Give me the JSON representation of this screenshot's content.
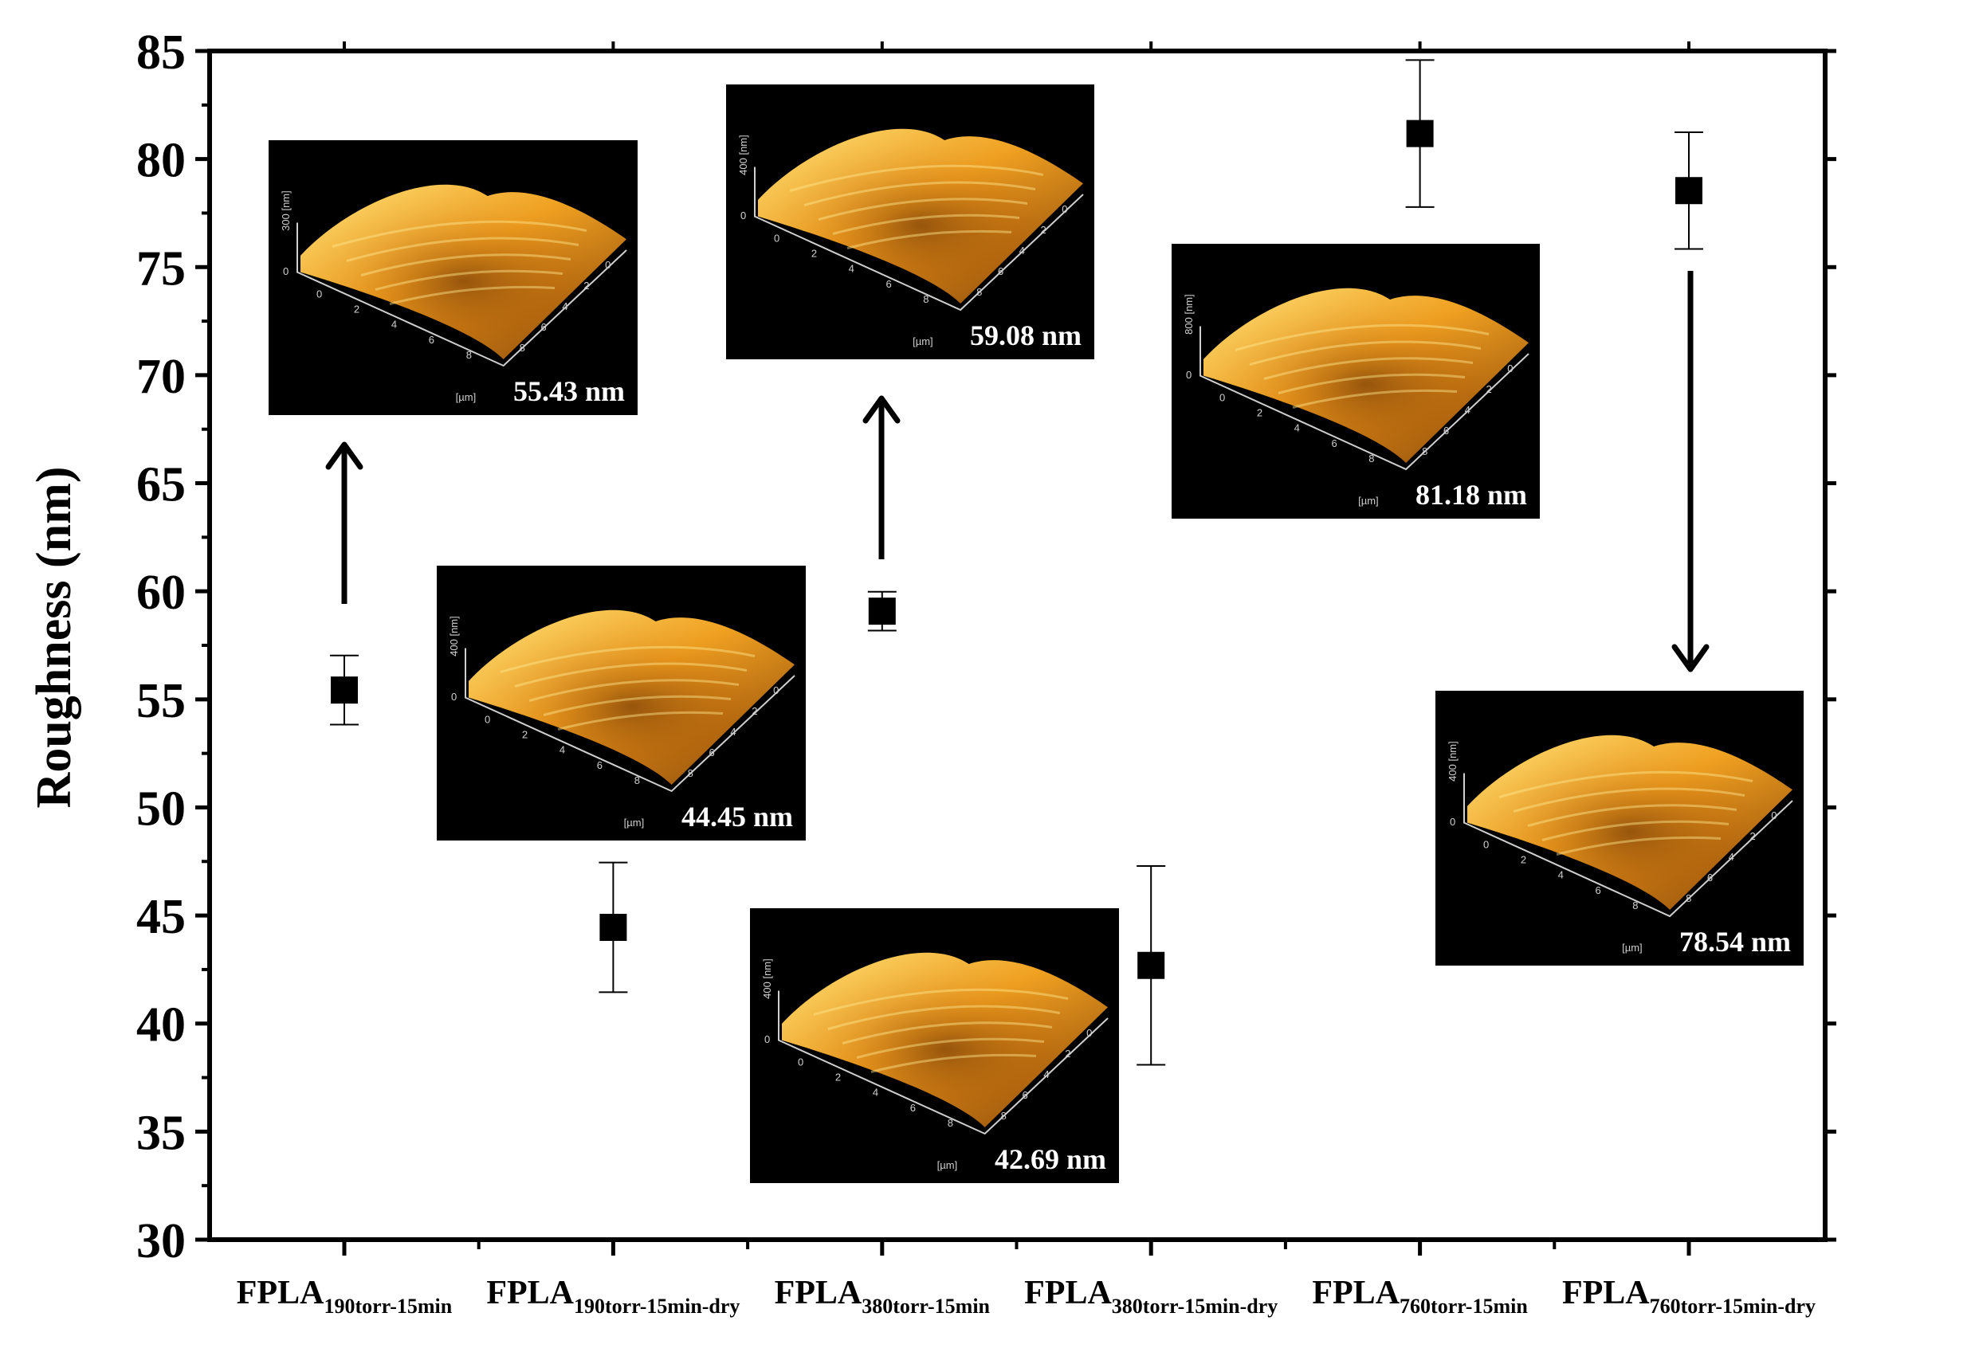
{
  "colors": {
    "axis": "#000000",
    "point": "#000000",
    "afm_background": "#000000",
    "afm_surface_light": "#ffd24a",
    "afm_surface_mid": "#e08a10",
    "afm_surface_dark": "#6a2e00",
    "afm_label": "#ffffff"
  },
  "chart_data": {
    "type": "scatter",
    "title": "",
    "xlabel": "",
    "ylabel": "Roughness (nm)",
    "ylim": [
      30,
      85
    ],
    "yticks": [
      30,
      35,
      40,
      45,
      50,
      55,
      60,
      65,
      70,
      75,
      80,
      85
    ],
    "categories": [
      {
        "base": "FPLA",
        "sub": "190torr-15min"
      },
      {
        "base": "FPLA",
        "sub": "190torr-15min-dry"
      },
      {
        "base": "FPLA",
        "sub": "380torr-15min"
      },
      {
        "base": "FPLA",
        "sub": "380torr-15min-dry"
      },
      {
        "base": "FPLA",
        "sub": "760torr-15min"
      },
      {
        "base": "FPLA",
        "sub": "760torr-15min-dry"
      }
    ],
    "values": [
      55.43,
      44.45,
      59.08,
      42.69,
      81.18,
      78.54
    ],
    "errors": [
      1.6,
      3.0,
      0.9,
      4.6,
      3.4,
      2.7
    ],
    "legend": "none",
    "grid": false,
    "marker": "square"
  },
  "insets": [
    {
      "label": "55.43 nm",
      "category_index": 0,
      "zaxis": "300",
      "unit_z": "[nm]",
      "unit_xy": "[µm]",
      "ticks": [
        "0",
        "2",
        "4",
        "6",
        "8"
      ]
    },
    {
      "label": "44.45 nm",
      "category_index": 1,
      "zaxis": "400",
      "unit_z": "[nm]",
      "unit_xy": "[µm]",
      "ticks": [
        "0",
        "2",
        "4",
        "6",
        "8"
      ]
    },
    {
      "label": "59.08 nm",
      "category_index": 2,
      "zaxis": "400",
      "unit_z": "[nm]",
      "unit_xy": "[µm]",
      "ticks": [
        "0",
        "2",
        "4",
        "6",
        "8"
      ]
    },
    {
      "label": "42.69 nm",
      "category_index": 3,
      "zaxis": "400",
      "unit_z": "[nm]",
      "unit_xy": "[µm]",
      "ticks": [
        "0",
        "2",
        "4",
        "6",
        "8"
      ]
    },
    {
      "label": "81.18 nm",
      "category_index": 4,
      "zaxis": "800",
      "unit_z": "[nm]",
      "unit_xy": "[µm]",
      "ticks": [
        "0",
        "2",
        "4",
        "6",
        "8"
      ]
    },
    {
      "label": "78.54 nm",
      "category_index": 5,
      "zaxis": "400",
      "unit_z": "[nm]",
      "unit_xy": "[µm]",
      "ticks": [
        "0",
        "2",
        "4",
        "6",
        "8"
      ]
    }
  ],
  "arrows": [
    {
      "category_index": 0,
      "direction": "up"
    },
    {
      "category_index": 2,
      "direction": "up"
    },
    {
      "category_index": 5,
      "direction": "down"
    }
  ]
}
